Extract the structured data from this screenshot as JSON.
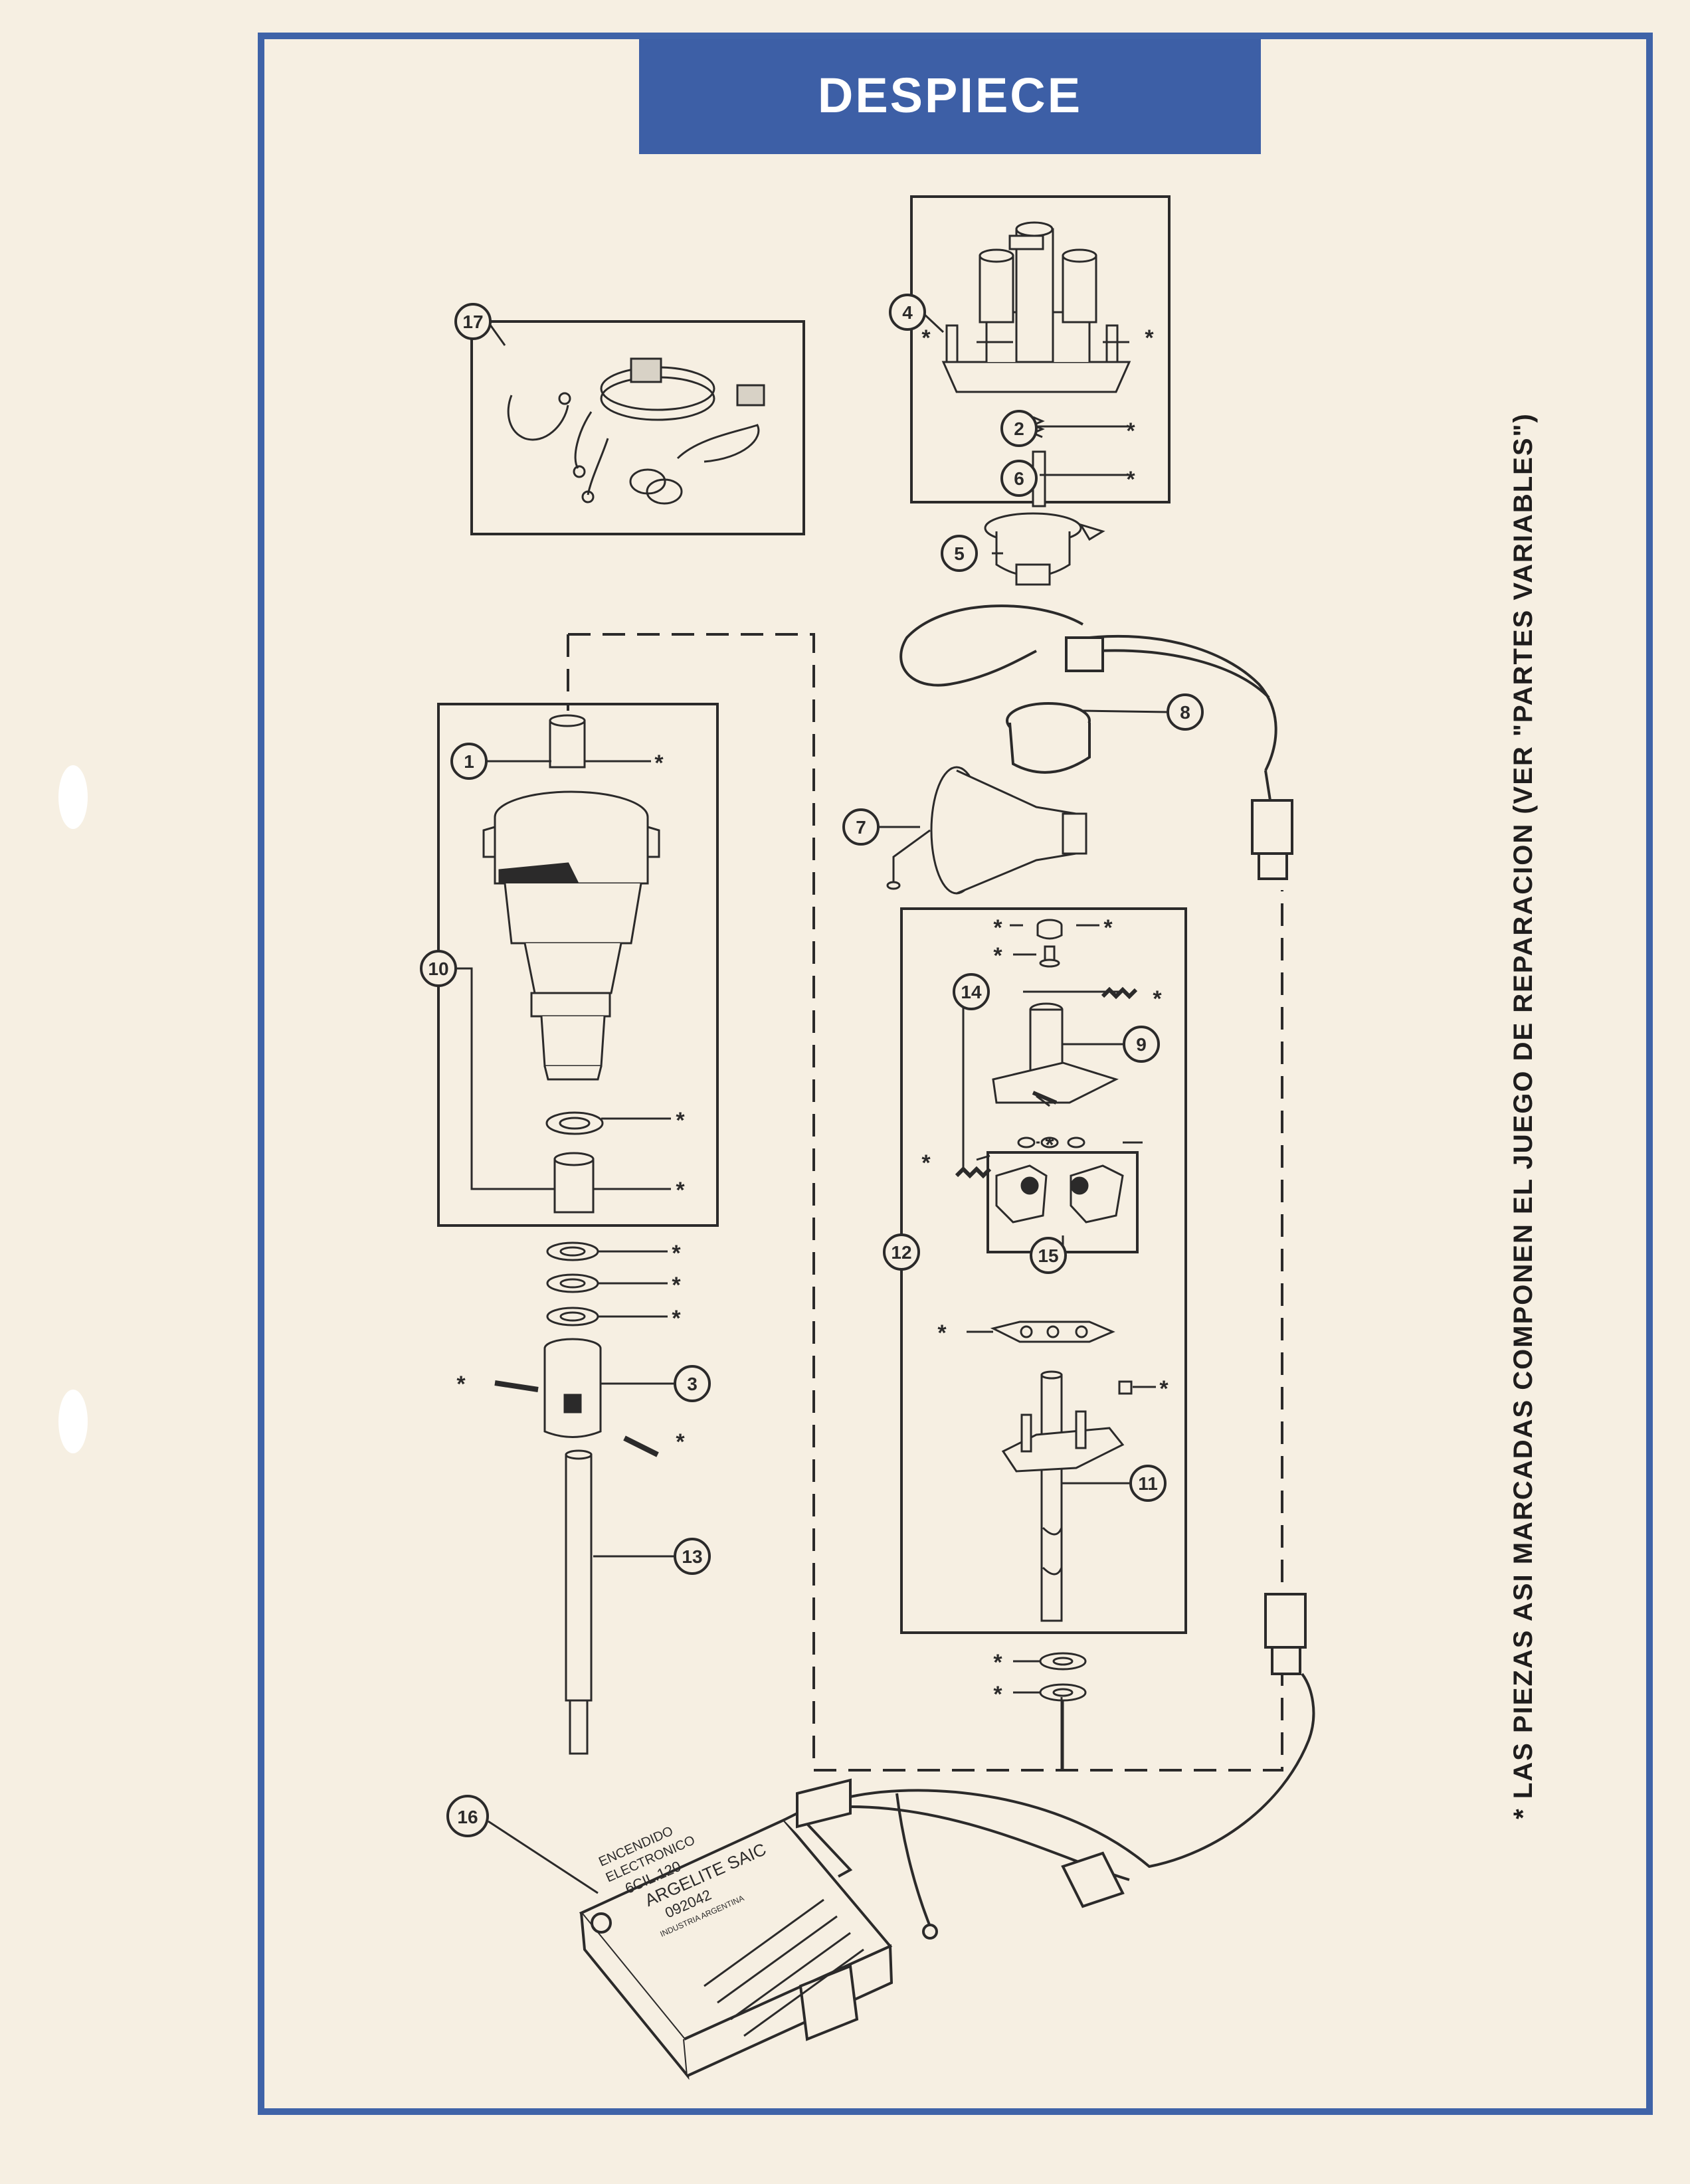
{
  "title": "DESPIECE",
  "note": "* LAS PIEZAS ASI MARCADAS COMPONEN EL JUEGO DE REPARACION (VER \"PARTES VARIABLES\")",
  "asterisk": "*",
  "callouts": {
    "c1": "1",
    "c2": "2",
    "c3": "3",
    "c4": "4",
    "c5": "5",
    "c6": "6",
    "c7": "7",
    "c8": "8",
    "c9": "9",
    "c10": "10",
    "c11": "11",
    "c12": "12",
    "c13": "13",
    "c14": "14",
    "c15": "15",
    "c16": "16",
    "c17": "17"
  },
  "module_label": {
    "line1": "ENCENDIDO",
    "line2": "ELECTRONICO",
    "line3": "6CIL.120",
    "line4": "ARGELITE SAIC",
    "line5": "092042",
    "line6": "INDUSTRIA ARGENTINA"
  },
  "colors": {
    "paper": "#f6efe2",
    "frame_blue": "#3f63a8",
    "header_blue": "#3d5fa6",
    "ink": "#2b2a2a"
  }
}
